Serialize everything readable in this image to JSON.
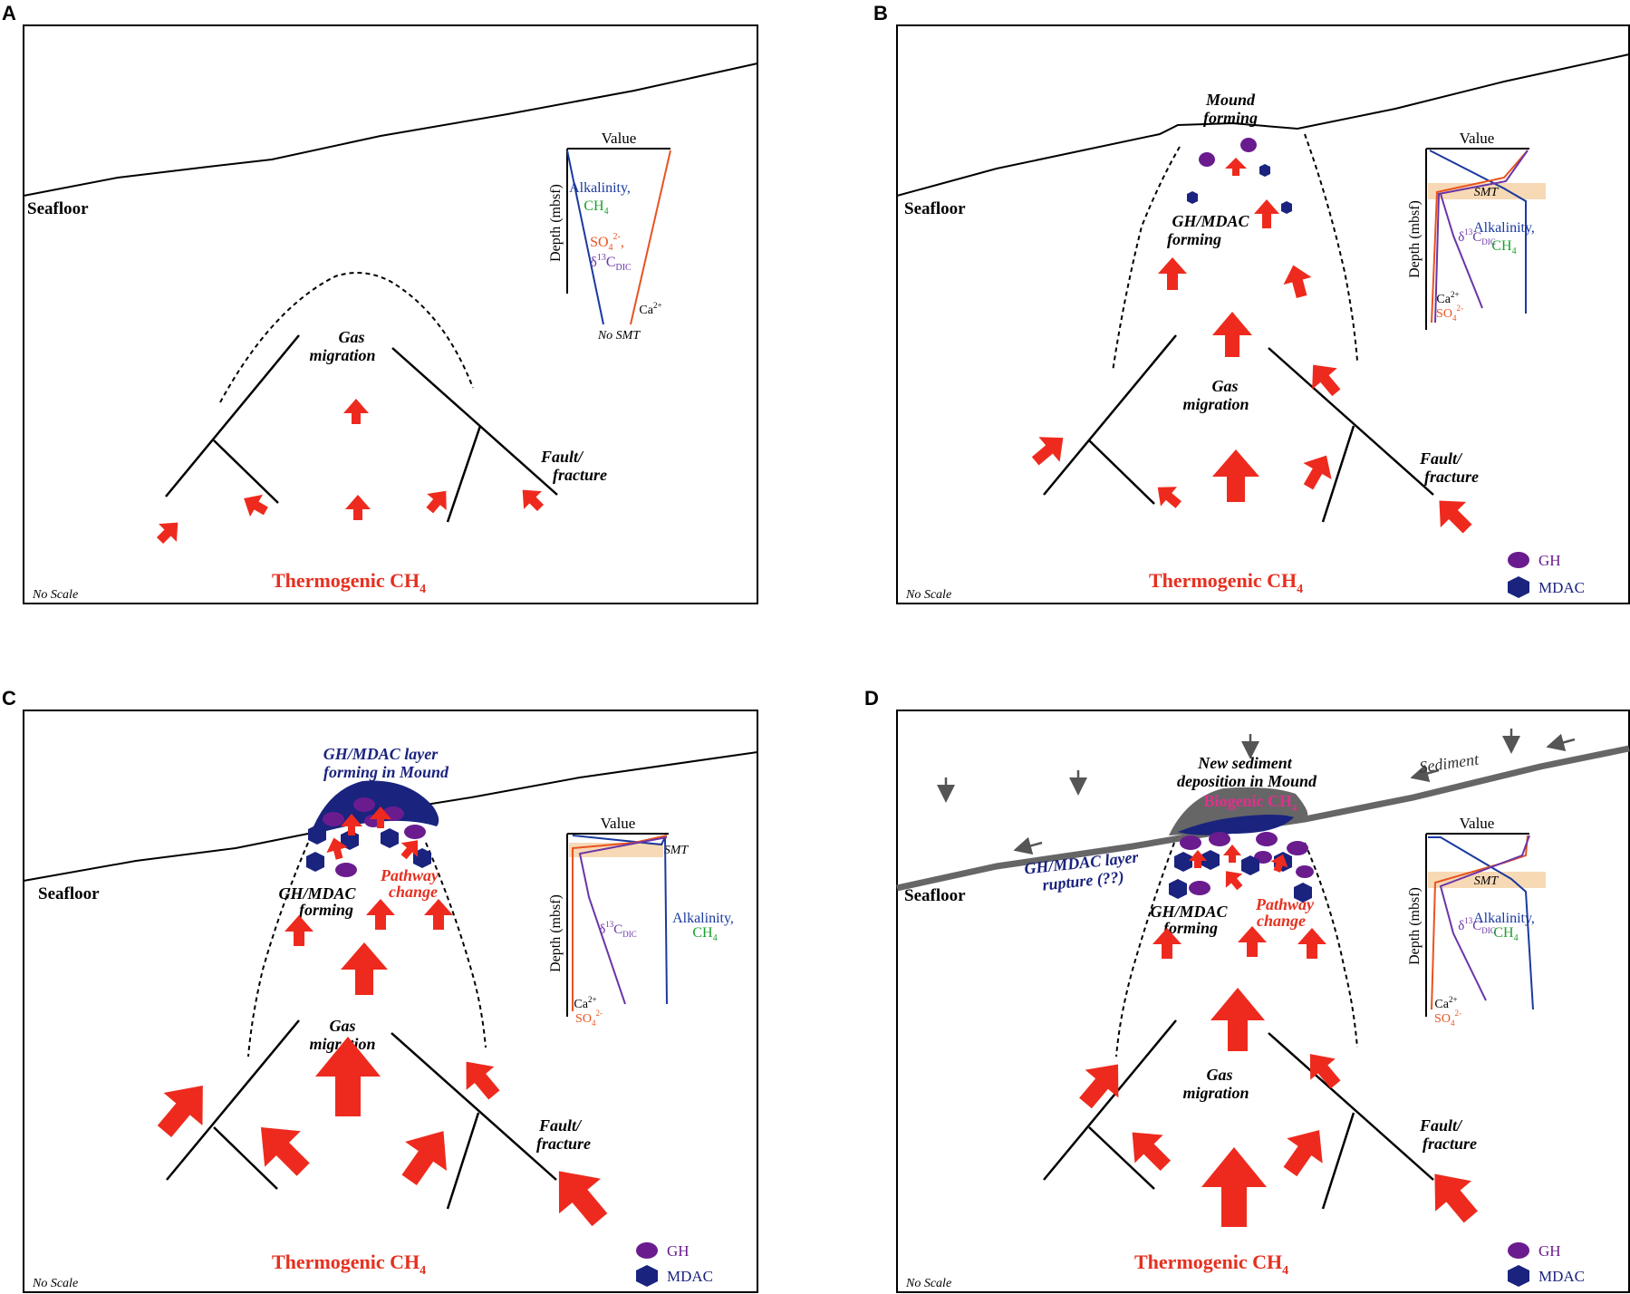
{
  "colors": {
    "arrow": "#ee2a1e",
    "gh": "#6a1c8f",
    "mdac": "#1a237e",
    "alkalinity": "#1a3a9e",
    "ch4": "#1aa02a",
    "so4": "#e8531f",
    "dic": "#6a35a8",
    "smt_band": "#f7d9b5",
    "sediment": "#666666",
    "biogenic": "#e0308c",
    "text_red": "#e53020"
  },
  "panels": [
    {
      "letter": "A",
      "seafloor": "Seafloor",
      "noscale": "No Scale",
      "thermo": "Thermogenic CH",
      "thermo_sub": "4",
      "gas": [
        "Gas",
        "migration"
      ],
      "fault": [
        "Fault/",
        "fracture"
      ],
      "profile": {
        "value": "Value",
        "depth": "Depth (mbsf)",
        "alk": "Alkalinity,",
        "ch4": "CH",
        "ch4_sub": "4",
        "so4": "SO",
        "so4_sub": "4",
        "so4_sup": "2-",
        "so4_comma": ",",
        "dic": "δ",
        "dic_sup": "13",
        "dic_c": "C",
        "dic_sub": "DIC",
        "ca": "Ca",
        "ca_sup": "2+",
        "nosmt": "No SMT"
      }
    },
    {
      "letter": "B",
      "seafloor": "Seafloor",
      "noscale": "No Scale",
      "thermo": "Thermogenic CH",
      "thermo_sub": "4",
      "mound": [
        "Mound",
        "forming"
      ],
      "ghmdac": [
        "GH/MDAC",
        "forming"
      ],
      "gas": [
        "Gas",
        "migration"
      ],
      "fault": [
        "Fault/",
        "fracture"
      ],
      "legend": {
        "gh": "GH",
        "mdac": "MDAC"
      },
      "profile": {
        "value": "Value",
        "depth": "Depth (mbsf)",
        "smt": "SMT",
        "alk": "Alkalinity,",
        "ch4": "CH",
        "ch4_sub": "4",
        "dic": "δ",
        "dic_sup": "13",
        "dic_c": "C",
        "dic_sub": "DIC",
        "ca": "Ca",
        "ca_sup": "2+",
        "so4": "SO",
        "so4_sub": "4",
        "so4_sup": "2-"
      }
    },
    {
      "letter": "C",
      "seafloor": "Seafloor",
      "noscale": "No Scale",
      "thermo": "Thermogenic CH",
      "thermo_sub": "4",
      "layer": [
        "GH/MDAC layer",
        "forming in Mound"
      ],
      "pathway": [
        "Pathway",
        "change"
      ],
      "ghmdac": [
        "GH/MDAC",
        "forming"
      ],
      "gas": [
        "Gas",
        "migration"
      ],
      "fault": [
        "Fault/",
        "fracture"
      ],
      "legend": {
        "gh": "GH",
        "mdac": "MDAC"
      },
      "profile": {
        "value": "Value",
        "depth": "Depth (mbsf)",
        "smt": "SMT",
        "alk": "Alkalinity,",
        "ch4": "CH",
        "ch4_sub": "4",
        "dic": "δ",
        "dic_sup": "13",
        "dic_c": "C",
        "dic_sub": "DIC",
        "ca": "Ca",
        "ca_sup": "2+",
        "so4": "SO",
        "so4_sub": "4",
        "so4_sup": "2-"
      }
    },
    {
      "letter": "D",
      "seafloor": "Seafloor",
      "noscale": "No Scale",
      "thermo": "Thermogenic CH",
      "thermo_sub": "4",
      "sediment": "Sediment",
      "newsed": [
        "New sediment",
        "deposition in Mound"
      ],
      "biogenic": "Biogenic CH",
      "biogenic_sub": "4",
      "rupture": [
        "GH/MDAC layer",
        "rupture (??)"
      ],
      "pathway": [
        "Pathway",
        "change"
      ],
      "ghmdac": [
        "GH/MDAC",
        "forming"
      ],
      "gas": [
        "Gas",
        "migration"
      ],
      "fault": [
        "Fault/",
        "fracture"
      ],
      "legend": {
        "gh": "GH",
        "mdac": "MDAC"
      },
      "profile": {
        "value": "Value",
        "depth": "Depth (mbsf)",
        "smt": "SMT",
        "alk": "Alkalinity,",
        "ch4": "CH",
        "ch4_sub": "4",
        "dic": "δ",
        "dic_sup": "13",
        "dic_c": "C",
        "dic_sub": "DIC",
        "ca": "Ca",
        "ca_sup": "2+",
        "so4": "SO",
        "so4_sub": "4",
        "so4_sup": "2-"
      }
    }
  ]
}
